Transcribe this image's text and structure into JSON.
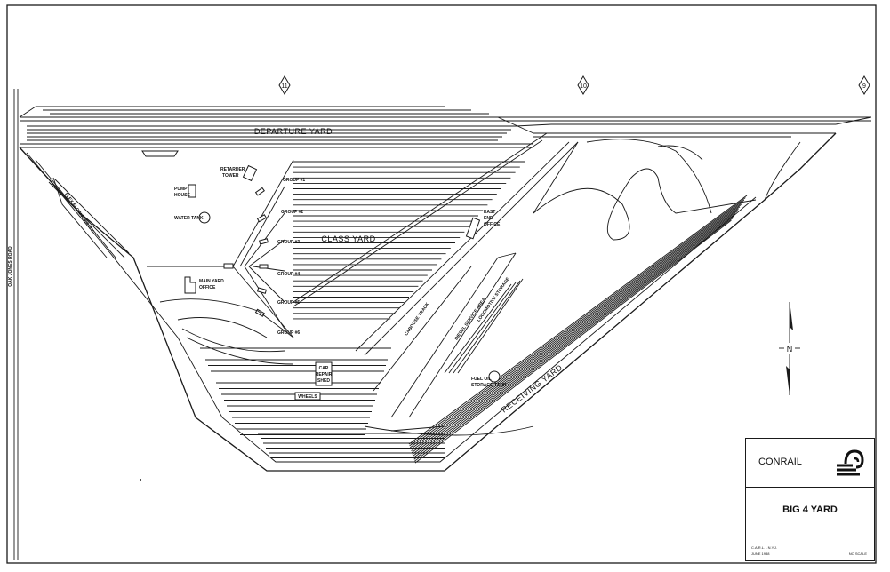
{
  "drawing": {
    "road_label": "OAK JONES ROAD",
    "markers": [
      "11",
      "10",
      "9"
    ],
    "yard_labels": {
      "departure": "DEPARTURE YARD",
      "class": "CLASS YARD",
      "receiving": "RECEIVING YARD",
      "flex": "FLEX-FLOW FACILITY",
      "caboose": "CABOOSE TRACK",
      "diesel": "DIESEL SERVICE AREA",
      "loco": "LOCOMOTIVE STORAGE"
    },
    "facilities": {
      "retarder_tower_1": "RETARDER",
      "retarder_tower_2": "TOWER",
      "pump_house_1": "PUMP",
      "pump_house_2": "HOUSE",
      "water_tank": "WATER TANK",
      "main_office_1": "MAIN YARD",
      "main_office_2": "OFFICE",
      "east_office_1": "EAST",
      "east_office_2": "END",
      "east_office_3": "OFFICE",
      "car_repair_1": "CAR",
      "car_repair_2": "REPAIR",
      "car_repair_3": "SHED",
      "wheels": "WHEELS",
      "fuel_1": "FUEL OIL",
      "fuel_2": "STORAGE TANK"
    },
    "groups": [
      "GROUP #1",
      "GROUP #2",
      "GROUP #3",
      "GROUP #4",
      "GROUP #5",
      "GROUP #6"
    ],
    "north_label": "N"
  },
  "title_block": {
    "company": "CONRAIL",
    "title": "BIG 4 YARD",
    "drawn_by": "C.A.R.L. - N.Y.J.",
    "date": "JUNE 1988",
    "scale": "NO SCALE"
  }
}
